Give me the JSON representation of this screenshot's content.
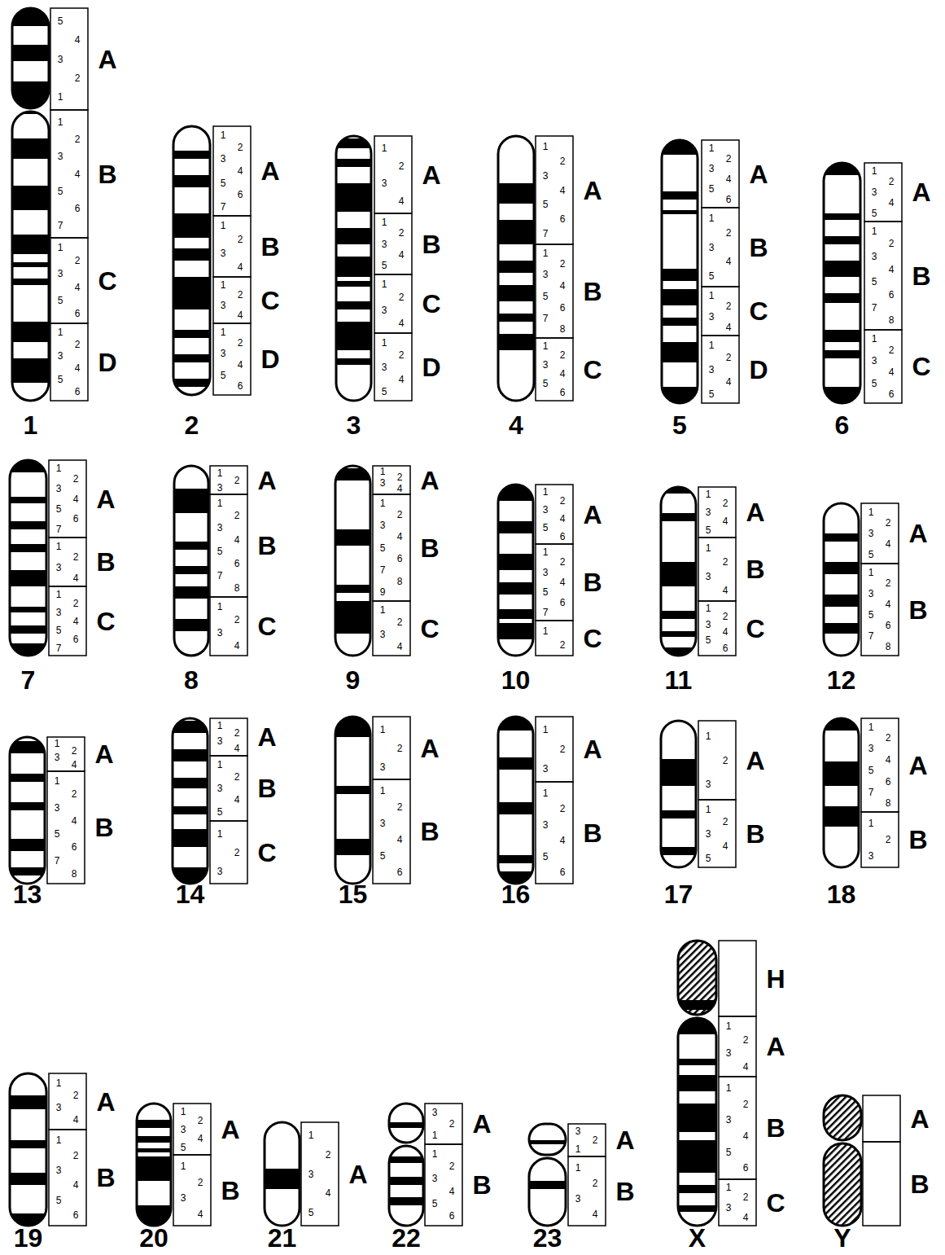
{
  "diagram": {
    "labels": [
      "1",
      "A",
      "5",
      "4",
      "3",
      "2",
      "1",
      "B",
      "1",
      "2",
      "3",
      "4",
      "5",
      "6",
      "7",
      "C",
      "1",
      "2",
      "3",
      "4",
      "5",
      "6",
      "D",
      "1",
      "2",
      "3",
      "4",
      "5",
      "6",
      "2",
      "A",
      "1",
      "2",
      "3",
      "4",
      "5",
      "6",
      "7",
      "B",
      "1",
      "2",
      "3",
      "4",
      "C",
      "1",
      "2",
      "3",
      "4",
      "D",
      "1",
      "2",
      "3",
      "4",
      "5",
      "6",
      "3",
      "A",
      "1",
      "2",
      "3",
      "4",
      "B",
      "1",
      "2",
      "3",
      "4",
      "5",
      "C",
      "1",
      "2",
      "3",
      "4",
      "D",
      "1",
      "2",
      "3",
      "4",
      "5",
      "4",
      "A",
      "1",
      "2",
      "3",
      "4",
      "5",
      "6",
      "7",
      "B",
      "1",
      "2",
      "3",
      "4",
      "5",
      "6",
      "7",
      "8",
      "C",
      "1",
      "2",
      "3",
      "4",
      "5",
      "6",
      "5",
      "A",
      "1",
      "2",
      "3",
      "4",
      "5",
      "6",
      "B",
      "1",
      "2",
      "3",
      "4",
      "5",
      "C",
      "1",
      "2",
      "3",
      "4",
      "D",
      "1",
      "2",
      "3",
      "4",
      "5",
      "6",
      "A",
      "1",
      "2",
      "3",
      "4",
      "5",
      "B",
      "1",
      "2",
      "3",
      "4",
      "5",
      "6",
      "7",
      "8",
      "C",
      "1",
      "2",
      "3",
      "4",
      "5",
      "6",
      "7",
      "A",
      "1",
      "2",
      "3",
      "4",
      "5",
      "6",
      "7",
      "B",
      "1",
      "2",
      "3",
      "4",
      "C",
      "1",
      "2",
      "3",
      "4",
      "5",
      "6",
      "7",
      "8",
      "A",
      "1",
      "2",
      "3",
      "B",
      "1",
      "2",
      "3",
      "4",
      "5",
      "6",
      "7",
      "8",
      "C",
      "1",
      "2",
      "3",
      "4",
      "9",
      "A",
      "1",
      "2",
      "3",
      "4",
      "B",
      "1",
      "2",
      "3",
      "4",
      "5",
      "6",
      "7",
      "8",
      "9",
      "C",
      "1",
      "2",
      "3",
      "4",
      "10",
      "A",
      "1",
      "2",
      "3",
      "4",
      "5",
      "6",
      "B",
      "1",
      "2",
      "3",
      "4",
      "5",
      "6",
      "7",
      "C",
      "1",
      "2",
      "11",
      "A",
      "1",
      "2",
      "3",
      "4",
      "5",
      "B",
      "1",
      "2",
      "3",
      "4",
      "C",
      "1",
      "2",
      "3",
      "4",
      "5",
      "6",
      "12",
      "A",
      "1",
      "2",
      "3",
      "4",
      "5",
      "B",
      "1",
      "2",
      "3",
      "4",
      "5",
      "6",
      "7",
      "8",
      "13",
      "A",
      "1",
      "2",
      "3",
      "4",
      "B",
      "1",
      "2",
      "3",
      "4",
      "5",
      "6",
      "7",
      "8",
      "14",
      "A",
      "1",
      "2",
      "3",
      "4",
      "B",
      "1",
      "2",
      "3",
      "4",
      "5",
      "C",
      "1",
      "2",
      "3",
      "15",
      "A",
      "1",
      "2",
      "3",
      "B",
      "1",
      "2",
      "3",
      "4",
      "5",
      "6",
      "16",
      "A",
      "1",
      "2",
      "3",
      "B",
      "1",
      "2",
      "3",
      "4",
      "5",
      "6",
      "17",
      "A",
      "1",
      "2",
      "3",
      "B",
      "1",
      "2",
      "3",
      "4",
      "5",
      "18",
      "A",
      "1",
      "2",
      "3",
      "4",
      "5",
      "6",
      "7",
      "8",
      "B",
      "1",
      "2",
      "3",
      "19",
      "A",
      "1",
      "2",
      "3",
      "4",
      "B",
      "1",
      "2",
      "3",
      "4",
      "5",
      "6",
      "20",
      "A",
      "1",
      "2",
      "3",
      "4",
      "5",
      "B",
      "1",
      "2",
      "3",
      "4",
      "21",
      "A",
      "1",
      "2",
      "3",
      "4",
      "5",
      "22",
      "A",
      "3",
      "2",
      "1",
      "B",
      "1",
      "2",
      "3",
      "4",
      "5",
      "6",
      "23",
      "A",
      "3",
      "2",
      "1",
      "B",
      "1",
      "2",
      "3",
      "4",
      "X",
      "H",
      "A",
      "1",
      "2",
      "3",
      "4",
      "B",
      "1",
      "2",
      "3",
      "4",
      "5",
      "6",
      "C",
      "1",
      "2",
      "3",
      "4",
      "Y",
      "A",
      "B"
    ]
  }
}
